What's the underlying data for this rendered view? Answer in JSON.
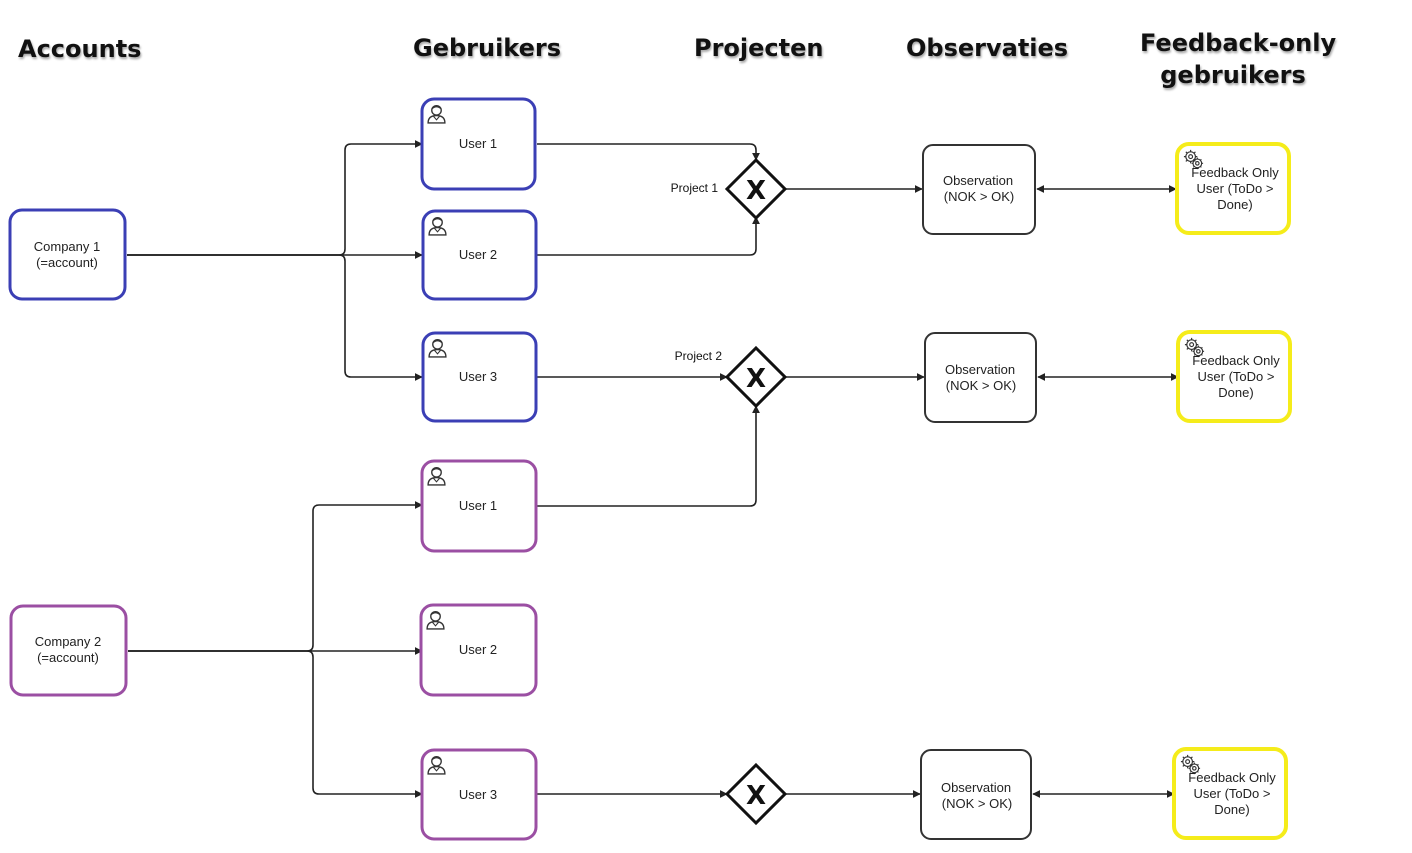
{
  "headers": {
    "accounts": "Accounts",
    "gebruikers": "Gebruikers",
    "projecten": "Projecten",
    "observaties": "Observaties",
    "feedback_line1": "Feedback-only",
    "feedback_line2": "gebruikers"
  },
  "colors": {
    "company1": "#3b3fb5",
    "company2": "#9b4fa3",
    "feedback": "#f5ec1a",
    "neutral": "#333333"
  },
  "companies": [
    {
      "line1": "Company 1",
      "line2": "(=account)"
    },
    {
      "line1": "Company 2",
      "line2": "(=account)"
    }
  ],
  "users": [
    {
      "label": "User 1",
      "company": 1
    },
    {
      "label": "User 2",
      "company": 1
    },
    {
      "label": "User 3",
      "company": 1
    },
    {
      "label": "User 1",
      "company": 2
    },
    {
      "label": "User 2",
      "company": 2
    },
    {
      "label": "User 3",
      "company": 2
    }
  ],
  "gateways": [
    {
      "label": "Project 1",
      "symbol": "X"
    },
    {
      "label": "Project 2",
      "symbol": "X"
    },
    {
      "label": "",
      "symbol": "X"
    }
  ],
  "observations": [
    {
      "line1": "Observation",
      "line2": "(NOK > OK)"
    },
    {
      "line1": "Observation",
      "line2": "(NOK > OK)"
    },
    {
      "line1": "Observation",
      "line2": "(NOK > OK)"
    }
  ],
  "feedback_users": [
    {
      "line1": "Feedback Only",
      "line2": "User (ToDo >",
      "line3": "Done)"
    },
    {
      "line1": "Feedback Only",
      "line2": "User (ToDo >",
      "line3": "Done)"
    },
    {
      "line1": "Feedback Only",
      "line2": "User (ToDo >",
      "line3": "Done)"
    }
  ],
  "icons": {
    "user": "person-icon",
    "feedback": "gear-icon"
  }
}
